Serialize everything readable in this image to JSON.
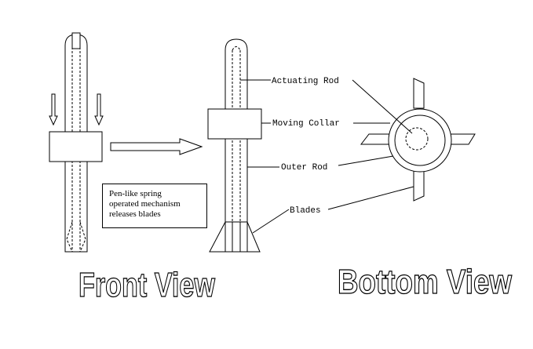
{
  "labels": {
    "actuating_rod": "Actuating Rod",
    "moving_collar": "Moving Collar",
    "outer_rod": "Outer Rod",
    "blades": "Blades"
  },
  "note": {
    "line1": "Pen-like spring",
    "line2": "operated mechanism",
    "line3": "releases blades"
  },
  "views": {
    "front": "Front View",
    "bottom": "Bottom View"
  }
}
